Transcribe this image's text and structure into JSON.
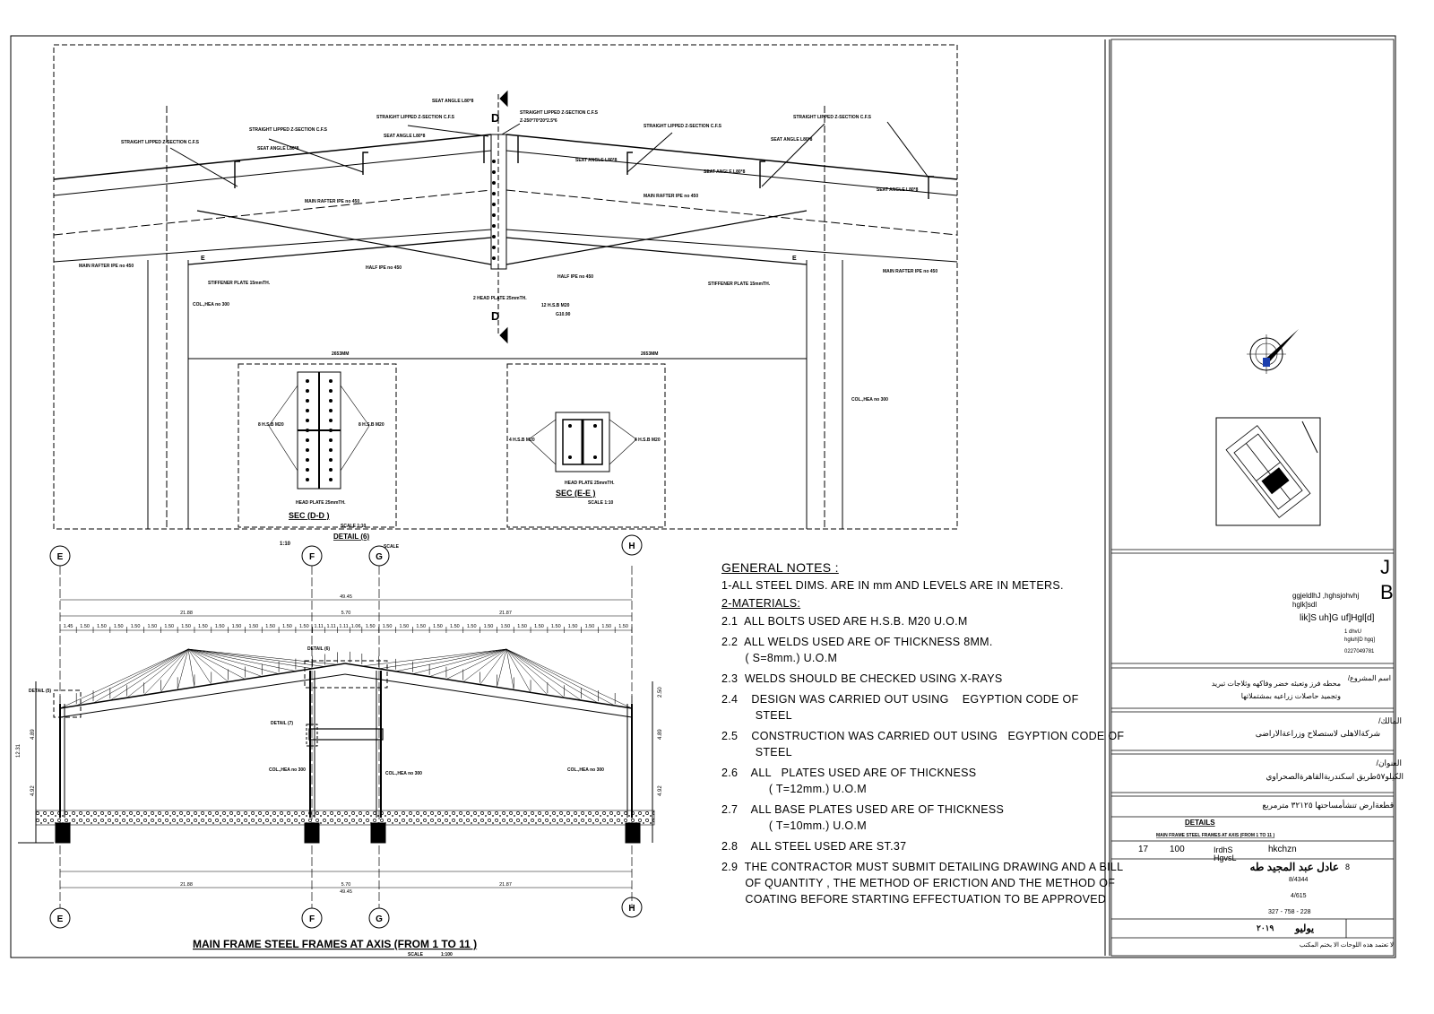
{
  "detail": {
    "labels": {
      "seat_angle": "SEAT ANGLE L80*8",
      "z_section": "STRAIGHT LIPPED Z-SECTION C.F.S",
      "z_spec": "Z-250*70*20*2.5*6",
      "main_rafter": "MAIN RAFTER IPE no 450",
      "half_ipe": "HALF IPE no 450",
      "stiffener": "STIFFENER PLATE 15mmTH.",
      "column": "COL.,HEA no 300",
      "head_plate": "2 HEAD PLATE 25mmTH.",
      "hsb": "12 H.S.B M20",
      "hsb_grade": "G10.90",
      "dim": "2653MM",
      "section_d": "D",
      "section_e": "E",
      "sec_dd": "SEC (D-D )",
      "sec_ee": "SEC (E-E )",
      "scale": "SCALE 1:10",
      "head_plate_sec": "HEAD PLATE 25mmTH.",
      "bolts_sec": "8 H.S.B M20",
      "bolts_sec2": "4 H.S.B M20",
      "detail_title": "DETAIL (6)",
      "detail_scale": "1:10",
      "scale_word": "SCALE"
    }
  },
  "elevation": {
    "axes": [
      "E",
      "F",
      "G",
      "H"
    ],
    "overall": "49.45",
    "spans": [
      "21.88",
      "5.70",
      "21.87"
    ],
    "purlins": [
      "1.45",
      "1.50",
      "1.50",
      "1.50",
      "1.50",
      "1.50",
      "1.50",
      "1.50",
      "1.50",
      "1.50",
      "1.50",
      "1.50",
      "1.50",
      "1.50",
      "1.50",
      "1.11",
      "1.11",
      "1.11",
      "1.06",
      "1.50",
      "1.50",
      "1.50",
      "1.50",
      "1.50",
      "1.50",
      "1.50",
      "1.50",
      "1.50",
      "1.50",
      "1.50",
      "1.50",
      "1.50",
      "1.50",
      "1.50",
      "1.50"
    ],
    "heights": [
      "12.31",
      "4.89",
      "4.92",
      "2.50"
    ],
    "labels": {
      "detail_6": "DETAIL (6)",
      "detail_7": "DETAIL (7)",
      "detail_5": "DETAIL (5)",
      "column": "COL.,HEA no 300"
    },
    "title": "MAIN FRAME STEEL FRAMES AT AXIS (FROM 1 TO 11 )",
    "scale_word": "SCALE",
    "scale": "1:100"
  },
  "notes": {
    "title": "GENERAL NOTES :",
    "items": [
      "1-ALL STEEL DIMS. ARE IN mm AND LEVELS ARE IN METERS.",
      "2-MATERIALS:",
      "2.1  ALL BOLTS USED ARE H.S.B. M20 U.O.M",
      "2.2  ALL WELDS USED ARE OF THICKNESS 8MM.\n       ( S=8mm.) U.O.M",
      "2.3  WELDS SHOULD BE CHECKED USING X-RAYS",
      "2.4    DESIGN WAS CARRIED OUT USING    EGYPTION CODE OF\n          STEEL",
      "2.5    CONSTRUCTION WAS CARRIED OUT USING   EGYPTION CODE OF\n          STEEL",
      "2.6    ALL   PLATES USED ARE OF THICKNESS\n              ( T=12mm.) U.O.M",
      "2.7    ALL BASE PLATES USED ARE OF THICKNESS\n              ( T=10mm.) U.O.M",
      "2.8    ALL STEEL USED ARE ST.37",
      "2.9  THE CONTRACTOR MUST SUBMIT DETAILING DRAWING AND A BILL\n       OF QUANTITY , THE METHOD OF ERICTION AND THE METHOD OF\n       COATING BEFORE STARTING EFFECTUATION TO BE APPROVED"
    ]
  },
  "title_block": {
    "office_line1": "ggjeldlhJ ,hghsjohvhj",
    "office_line2": "hglk]sdl",
    "office_name": "lik]S uh]G uf]Hgl[d]",
    "office_addr1": "1  dhvU",
    "office_addr2": "hgluh]D hgq]",
    "phone": "0227049781",
    "project_label": "اسم المشروع/",
    "project": "محطه فرز وتعبئه خضر وفاكهه وثلاجات تبريد\nوتجميد حاصلات زراعيه بمشتملاتها",
    "owner_label": "المالك/",
    "owner": "شركةالاهلى لاستصلاح وزراعةالاراضى",
    "address_label": "العنوان/",
    "address": "الكيلو٥٧طريق اسكندريةالقاهرةالصحراوي",
    "plot": "قطعةارض تنشأمساحتها ٣٢١٢٥ مترمربع",
    "sheet_title": "DETAILS",
    "sheet_subtitle": "MAIN FRAME STEEL FRAMES AT AXIS (FROM 1 TO 11 )",
    "sheet_no": "17",
    "scale": "100",
    "scale_label": "IrdhS HgvsL",
    "drawing_label": "hkchzn",
    "engineer": "عادل عبد المجيد طه",
    "reg1": "8/4344",
    "reg2": "4/615",
    "reg3": "327 - 758 - 228",
    "month": "يوليو",
    "year": "٢٠١٩",
    "disclaimer": "لا تعتمد هذه اللوحات الا بختم المكتب",
    "mark": "8"
  },
  "colors": {
    "line": "#000000",
    "paper": "#ffffff",
    "hatch": "#000000"
  }
}
